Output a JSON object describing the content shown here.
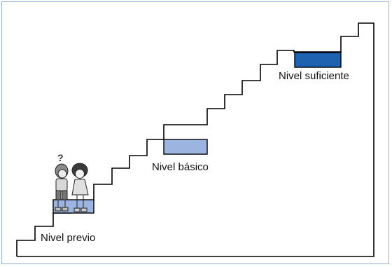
{
  "levels": [
    {
      "label": "Nivel previo",
      "color": "#9cb4e0"
    },
    {
      "label": "Nivel básico",
      "color": "#9cb4e0"
    },
    {
      "label": "Nivel suficiente",
      "color": "#1f62b0"
    }
  ],
  "frame_color": "#8eaed2",
  "figure": "two-children-icon",
  "question_mark": "?"
}
